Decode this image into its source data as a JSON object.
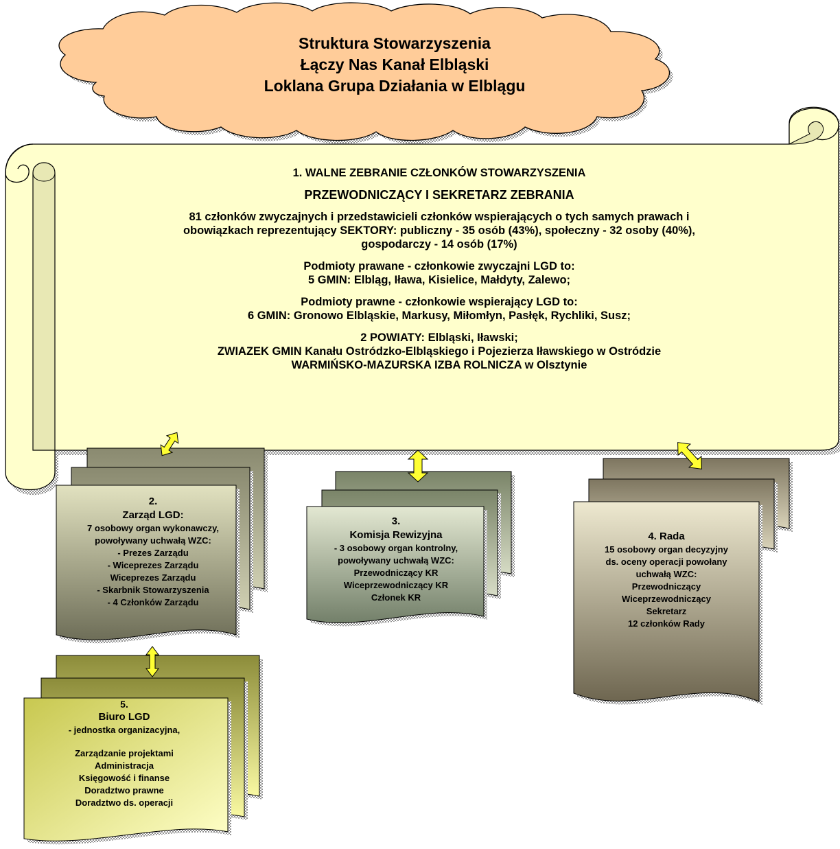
{
  "colors": {
    "cloud_fill": "#FFCC99",
    "scroll_fill": "#FFFFCC",
    "arrow_fill": "#FFFF33",
    "box_zarzad": "#C9C9A1",
    "box_komisja": "#C2C9A8",
    "box_rada": "#B8AF8D",
    "box_biuro": "#E0E070"
  },
  "cloud": {
    "lines": [
      "Struktura  Stowarzyszenia",
      "Łączy Nas Kanał Elbląski",
      "Loklana Grupa Działania w Elblągu"
    ]
  },
  "scroll": {
    "title": "1. WALNE  ZEBRANIE CZŁONKÓW  STOWARZYSZENIA",
    "subtitle": "PRZEWODNICZĄCY  I  SEKRETARZ  ZEBRANIA",
    "members": [
      "81 członków zwyczajnych i przedstawicieli członków wspierających o tych samych prawach i",
      "obowiązkach reprezentujący SEKTORY: publiczny - 35 osób (43%), społeczny - 32 osoby (40%),",
      "gospodarczy - 14 osób (17%)"
    ],
    "regular": [
      "Podmioty prawane - członkowie zwyczajni LGD to:",
      "5 GMIN: Elbląg, Iława, Kisielice, Małdyty, Zalewo;"
    ],
    "supporting": [
      "Podmioty prawne - członkowie wspierający LGD to:",
      "6  GMIN: Gronowo Elbląskie, Markusy, Miłomłyn, Pasłęk, Rychliki, Susz;"
    ],
    "others": [
      "2 POWIATY: Elbląski, Iławski;",
      "ZWIAZEK GMIN Kanału Ostródzko-Elbląskiego  i Pojezierza Iławskiego w Ostródzie",
      "WARMIŃSKO-MAZURSKA IZBA ROLNICZA w Olsztynie"
    ]
  },
  "zarzad": {
    "number": "2.",
    "title": "Zarząd LGD:",
    "lines": [
      "7 osobowy organ wykonawczy,",
      "powoływany uchwałą WZC:",
      "- Prezes Zarządu",
      "- Wiceprezes Zarządu",
      "Wiceprezes Zarządu",
      "- Skarbnik Stowarzyszenia",
      "- 4 Członków Zarządu"
    ]
  },
  "komisja": {
    "number": "3.",
    "title": "Komisja Rewizyjna",
    "lines": [
      "- 3 osobowy organ kontrolny,",
      "powoływany uchwałą WZC:",
      "Przewodniczący KR",
      "Wiceprzewodniczący KR",
      "Członek KR"
    ]
  },
  "rada": {
    "title": "4. Rada",
    "lines": [
      "15 osobowy organ decyzyjny",
      "ds. oceny operacji powołany",
      "uchwałą WZC:",
      "Przewodniczący",
      "Wiceprzewodniczący",
      "Sekretarz",
      "12 członków Rady"
    ]
  },
  "biuro": {
    "number": "5.",
    "title": "Biuro LGD",
    "subtitle": "- jednostka organizacyjna,",
    "lines": [
      "Zarządzanie projektami",
      "Administracja",
      "Księgowość i finanse",
      "Doradztwo prawne",
      "Doradztwo ds. operacji"
    ]
  }
}
